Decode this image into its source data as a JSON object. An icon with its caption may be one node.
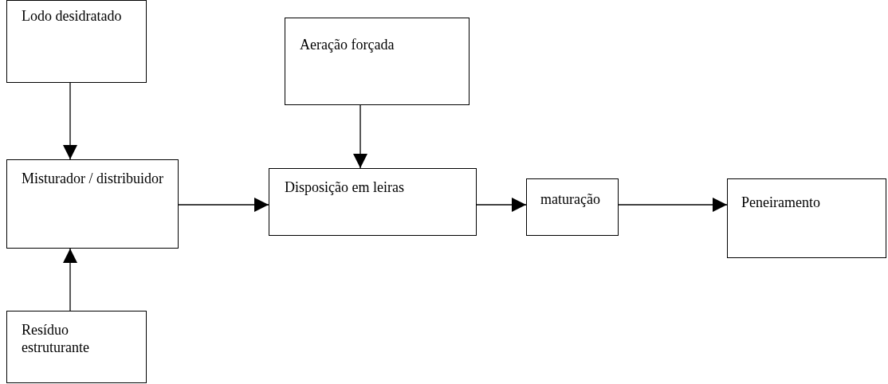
{
  "diagram": {
    "nodes": [
      {
        "text": [
          "Lodo desidratado"
        ]
      },
      {
        "text": [
          "Aeração forçada"
        ]
      },
      {
        "text": [
          "Misturador / distribuidor"
        ]
      },
      {
        "text": [
          "Disposição em leiras"
        ]
      },
      {
        "text": [
          "maturação"
        ]
      },
      {
        "text": [
          "Peneiramento"
        ]
      },
      {
        "text": [
          "Resíduo estruturante"
        ]
      }
    ],
    "edges": [
      {
        "from": 0,
        "to": 2,
        "arrow": "to"
      },
      {
        "from": 6,
        "to": 2,
        "arrow": "to"
      },
      {
        "from": 1,
        "to": 3,
        "arrow": "to"
      },
      {
        "from": 2,
        "to": 3,
        "arrow": "to"
      },
      {
        "from": 3,
        "to": 4,
        "arrow": "to"
      },
      {
        "from": 4,
        "to": 5,
        "arrow": "to"
      }
    ]
  }
}
